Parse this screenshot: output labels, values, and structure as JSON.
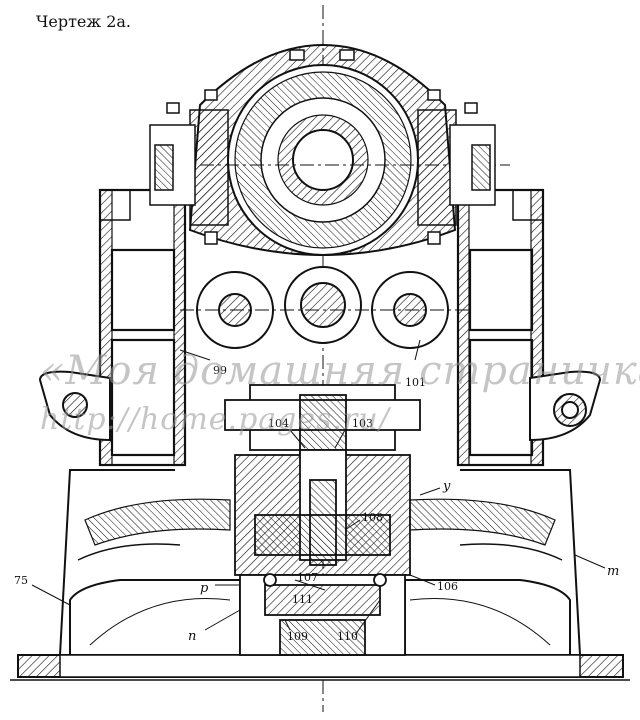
{
  "title": "Чертеж 2а.",
  "labels": {
    "l75": "75",
    "l99": "99",
    "l101": "101",
    "l103": "103",
    "l104": "104",
    "l106": "106",
    "l107": "107",
    "l108": "108",
    "l109": "109",
    "l110": "110",
    "l111": "111",
    "p": "p",
    "n": "n",
    "m": "m",
    "y": "y"
  },
  "watermark": {
    "line1": "«Моя домашняя страничка»",
    "line2": "http://home.pages.ru/"
  },
  "colors": {
    "ink": "#111111",
    "watermark": "#969696",
    "background": "#ffffff"
  }
}
